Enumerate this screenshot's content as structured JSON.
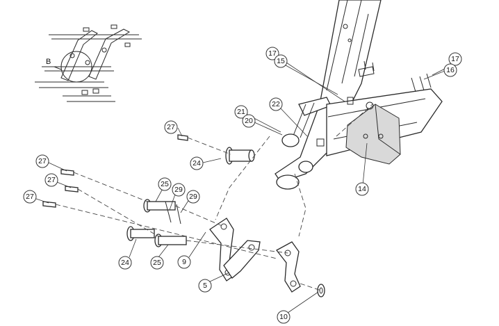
{
  "detail_callout": {
    "letter": "B"
  },
  "part_numbers": [
    {
      "id": "p17a",
      "label": "17"
    },
    {
      "id": "p15",
      "label": "15"
    },
    {
      "id": "p17b",
      "label": "17"
    },
    {
      "id": "p16",
      "label": "16"
    },
    {
      "id": "p21",
      "label": "21"
    },
    {
      "id": "p20",
      "label": "20"
    },
    {
      "id": "p22",
      "label": "22"
    },
    {
      "id": "p14",
      "label": "14"
    },
    {
      "id": "p27a",
      "label": "27"
    },
    {
      "id": "p24a",
      "label": "24"
    },
    {
      "id": "p27b",
      "label": "27"
    },
    {
      "id": "p27c",
      "label": "27"
    },
    {
      "id": "p27d",
      "label": "27"
    },
    {
      "id": "p25a",
      "label": "25"
    },
    {
      "id": "p29a",
      "label": "29"
    },
    {
      "id": "p29b",
      "label": "29"
    },
    {
      "id": "p24b",
      "label": "24"
    },
    {
      "id": "p25b",
      "label": "25"
    },
    {
      "id": "p9",
      "label": "9"
    },
    {
      "id": "p5",
      "label": "5"
    },
    {
      "id": "p10",
      "label": "10"
    }
  ]
}
